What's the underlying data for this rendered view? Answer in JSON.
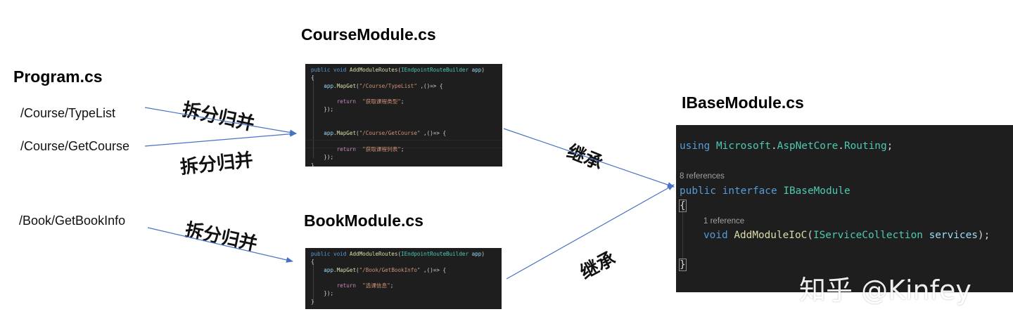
{
  "titles": {
    "program": "Program.cs",
    "course_module": "CourseModule.cs",
    "book_module": "BookModule.cs",
    "ibase_module": "IBaseModule.cs"
  },
  "routes": [
    "/Course/TypeList",
    "/Course/GetCourse",
    "/Book/GetBookInfo"
  ],
  "labels": {
    "split_merge_1": "拆分归并",
    "split_merge_2": "拆分归并",
    "split_merge_3": "拆分归并",
    "inherit_1": "继承",
    "inherit_2": "继承"
  },
  "course_code": {
    "sig_kw": "public void ",
    "sig_fn": "AddModuleRoutes",
    "sig_open": "(",
    "sig_type": "IEndpointRouteBuilder",
    "sig_param": " app",
    "sig_close": ")",
    "open_brace": "{",
    "app": "app",
    "mapget": "MapGet",
    "route1": "\"/Course/TypeList\"",
    "route2": "\"/Course/GetCourse\"",
    "lambda": " ,()=> {",
    "return_kw": "return",
    "ret1": "\"获取课程类型\"",
    "ret2": "\"获取课程列表\"",
    "semi": ";",
    "close_stmt": "});",
    "close_brace": "}"
  },
  "book_code": {
    "route": "\"/Book/GetBookInfo\"",
    "ret": "\"选课信息\""
  },
  "ibase_code": {
    "using_kw": "using",
    "ns1": "Microsoft",
    "ns2": "AspNetCore",
    "ns3": "Routing",
    "refs8": "8 references",
    "public_kw": "public",
    "interface_kw": "interface",
    "name": "IBaseModule",
    "open_brace": "{",
    "refs1": "1 reference",
    "void_kw": "void",
    "method": "AddModuleIoC",
    "param_type": "IServiceCollection",
    "param_name": "services",
    "close_brace": "}"
  },
  "watermark": "知乎 @Kinfey",
  "colors": {
    "arrow": "#4a72c4",
    "code_bg": "#1e1e1e",
    "keyword": "#569cd6",
    "function": "#dcdcaa",
    "type": "#4ec9b0",
    "param": "#9cdcfe",
    "string": "#ce9178",
    "return": "#c586c0"
  }
}
